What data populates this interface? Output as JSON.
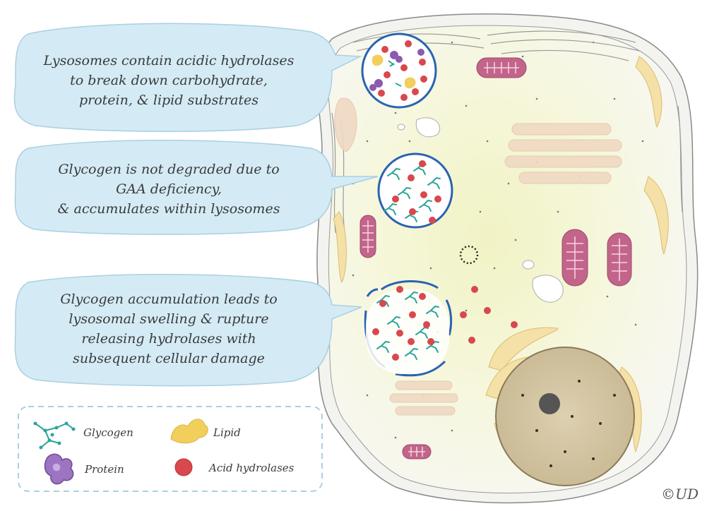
{
  "callouts": [
    {
      "lines": [
        "Lysosomes contain acidic hydrolases",
        "to break down carbohydrate,",
        "protein, & lipid substrates"
      ]
    },
    {
      "lines": [
        "Glycogen is not degraded due to",
        "GAA deficiency,",
        "& accumulates within lysosomes"
      ]
    },
    {
      "lines": [
        "Glycogen accumulation leads to",
        "lysosomal swelling & rupture",
        "releasing hydrolases with",
        "subsequent cellular damage"
      ]
    }
  ],
  "legend": {
    "glycogen": "Glycogen",
    "lipid": "Lipid",
    "protein": "Protein",
    "acid_hydrolases": "Acid hydrolases"
  },
  "signature": "©UD",
  "colors": {
    "callout_fill": "#d4ebf5",
    "callout_stroke": "#a9cfe2",
    "lysosome_stroke": "#2a63b0",
    "glycogen": "#2aa59a",
    "lipid": "#f2cf5a",
    "protein": "#8a5bb0",
    "hydrolase": "#d9484d",
    "mitochondria": "#c3648b",
    "golgi": "#f3dc9d",
    "cytoplasm": "#f5f6dc"
  }
}
